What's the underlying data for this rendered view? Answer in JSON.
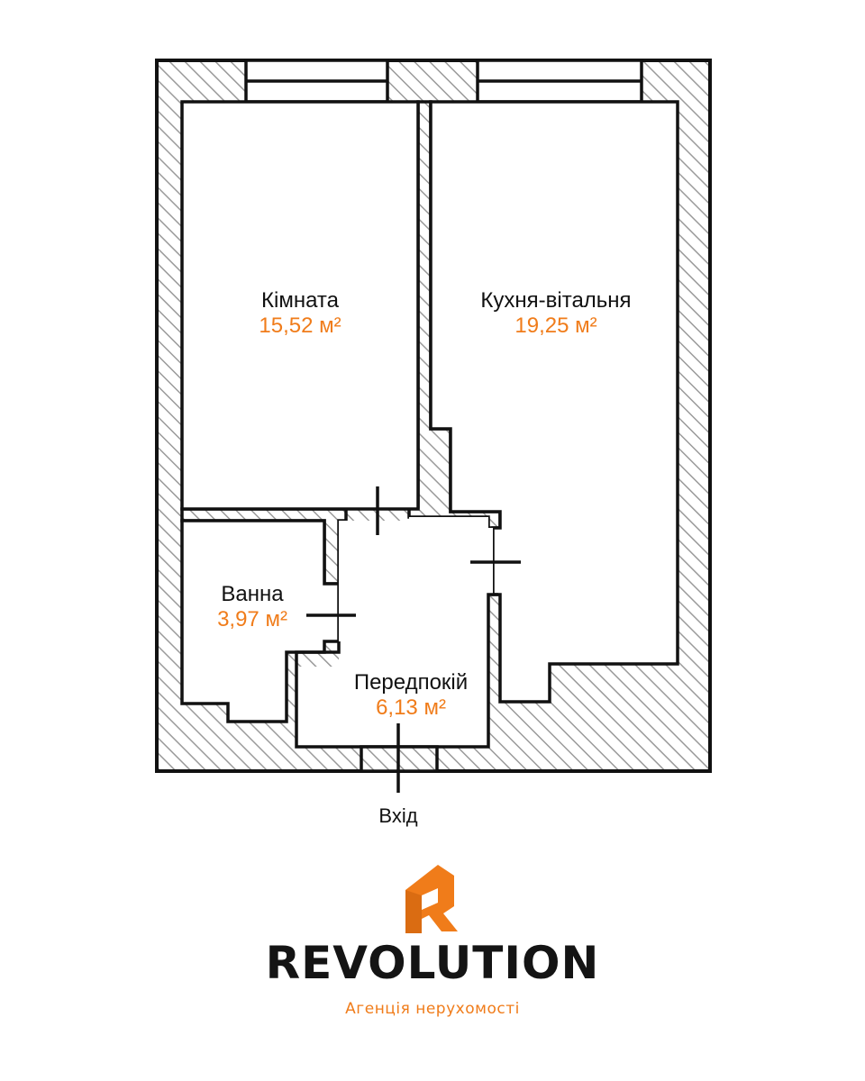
{
  "colors": {
    "accent": "#F07C1A",
    "wall": "#111111",
    "hatch": "#9A9A9A"
  },
  "rooms": {
    "bedroom": {
      "name": "Кімната",
      "area": "15,52 м²"
    },
    "kitchen": {
      "name": "Кухня-вітальня",
      "area": "19,25 м²"
    },
    "bath": {
      "name": "Ванна",
      "area": "3,97 м²"
    },
    "hall": {
      "name": "Передпокій",
      "area": "6,13 м²"
    }
  },
  "entry_label": "Вхід",
  "brand": {
    "name": "REVOLUTION",
    "tagline": "Агенція нерухомості",
    "logo_icon": "house-r-logo-icon"
  }
}
